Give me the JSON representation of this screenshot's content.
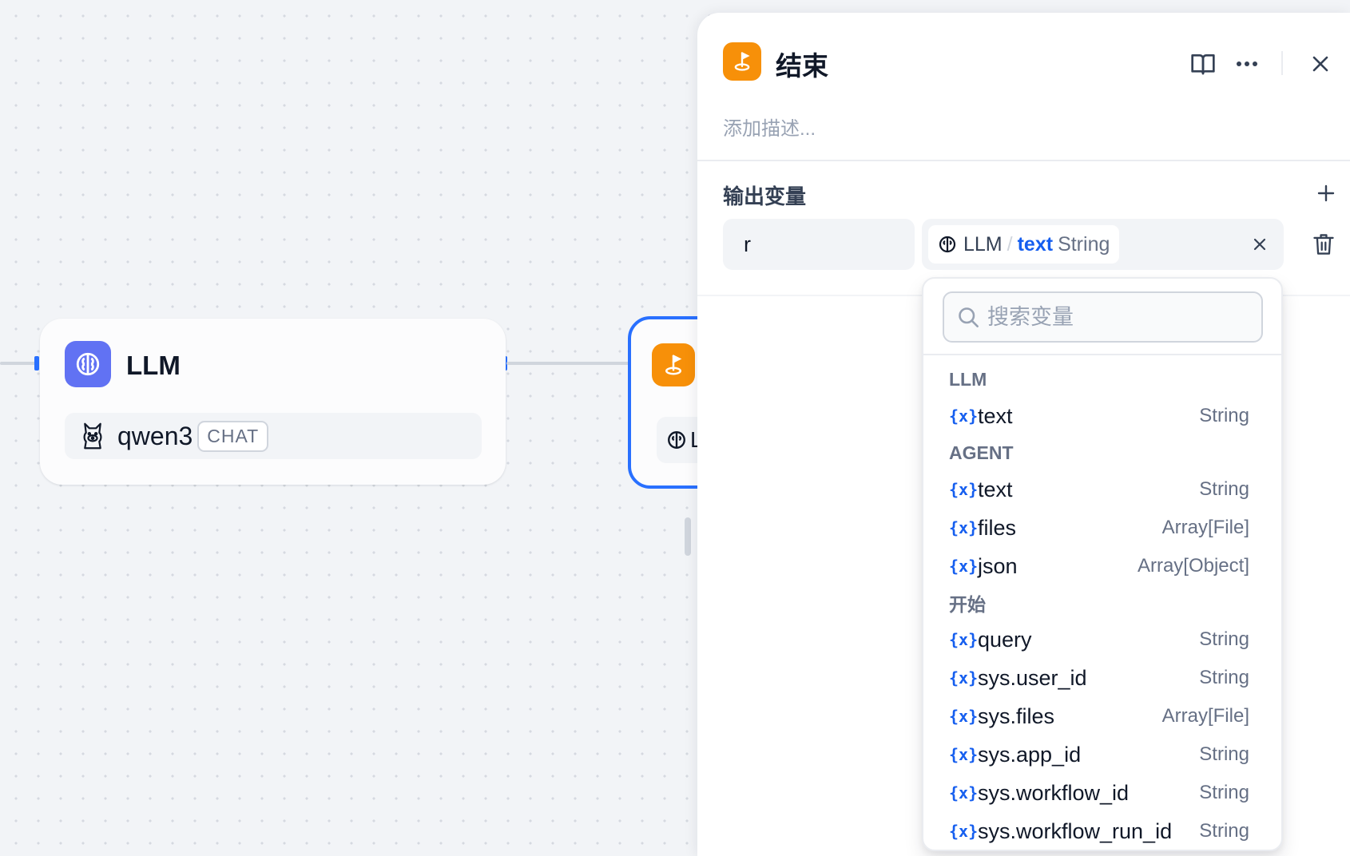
{
  "canvas": {
    "llm_node": {
      "title": "LLM",
      "model_name": "qwen3",
      "model_mode": "CHAT"
    },
    "end_node": {
      "row_text": "L"
    }
  },
  "panel": {
    "title": "结束",
    "description_placeholder": "添加描述...",
    "section_title": "输出变量",
    "output_variables": [
      {
        "name": "r",
        "source_node": "LLM",
        "separator": "/",
        "variable": "text",
        "type": "String"
      }
    ]
  },
  "dropdown": {
    "search_placeholder": "搜索变量",
    "groups": [
      {
        "label": "LLM",
        "items": [
          {
            "name": "text",
            "type": "String"
          }
        ]
      },
      {
        "label": "AGENT",
        "items": [
          {
            "name": "text",
            "type": "String"
          },
          {
            "name": "files",
            "type": "Array[File]"
          },
          {
            "name": "json",
            "type": "Array[Object]"
          }
        ]
      },
      {
        "label": "开始",
        "items": [
          {
            "name": "query",
            "type": "String"
          },
          {
            "name": "sys.user_id",
            "type": "String"
          },
          {
            "name": "sys.files",
            "type": "Array[File]"
          },
          {
            "name": "sys.app_id",
            "type": "String"
          },
          {
            "name": "sys.workflow_id",
            "type": "String"
          },
          {
            "name": "sys.workflow_run_id",
            "type": "String"
          }
        ]
      }
    ],
    "variable_icon": "{x}"
  },
  "icons": {
    "llm_node": "brain-icon",
    "end_node": "flag-icon",
    "model": "llama-icon",
    "docs": "book-icon",
    "more": "more-dots-icon",
    "close": "close-icon",
    "add": "plus-icon",
    "delete": "trash-icon",
    "search": "search-icon"
  },
  "colors": {
    "llm_node_icon": "#6172f3",
    "end_node_icon": "#f79009",
    "selected_border": "#2970ff",
    "variable_accent": "#155eef"
  }
}
